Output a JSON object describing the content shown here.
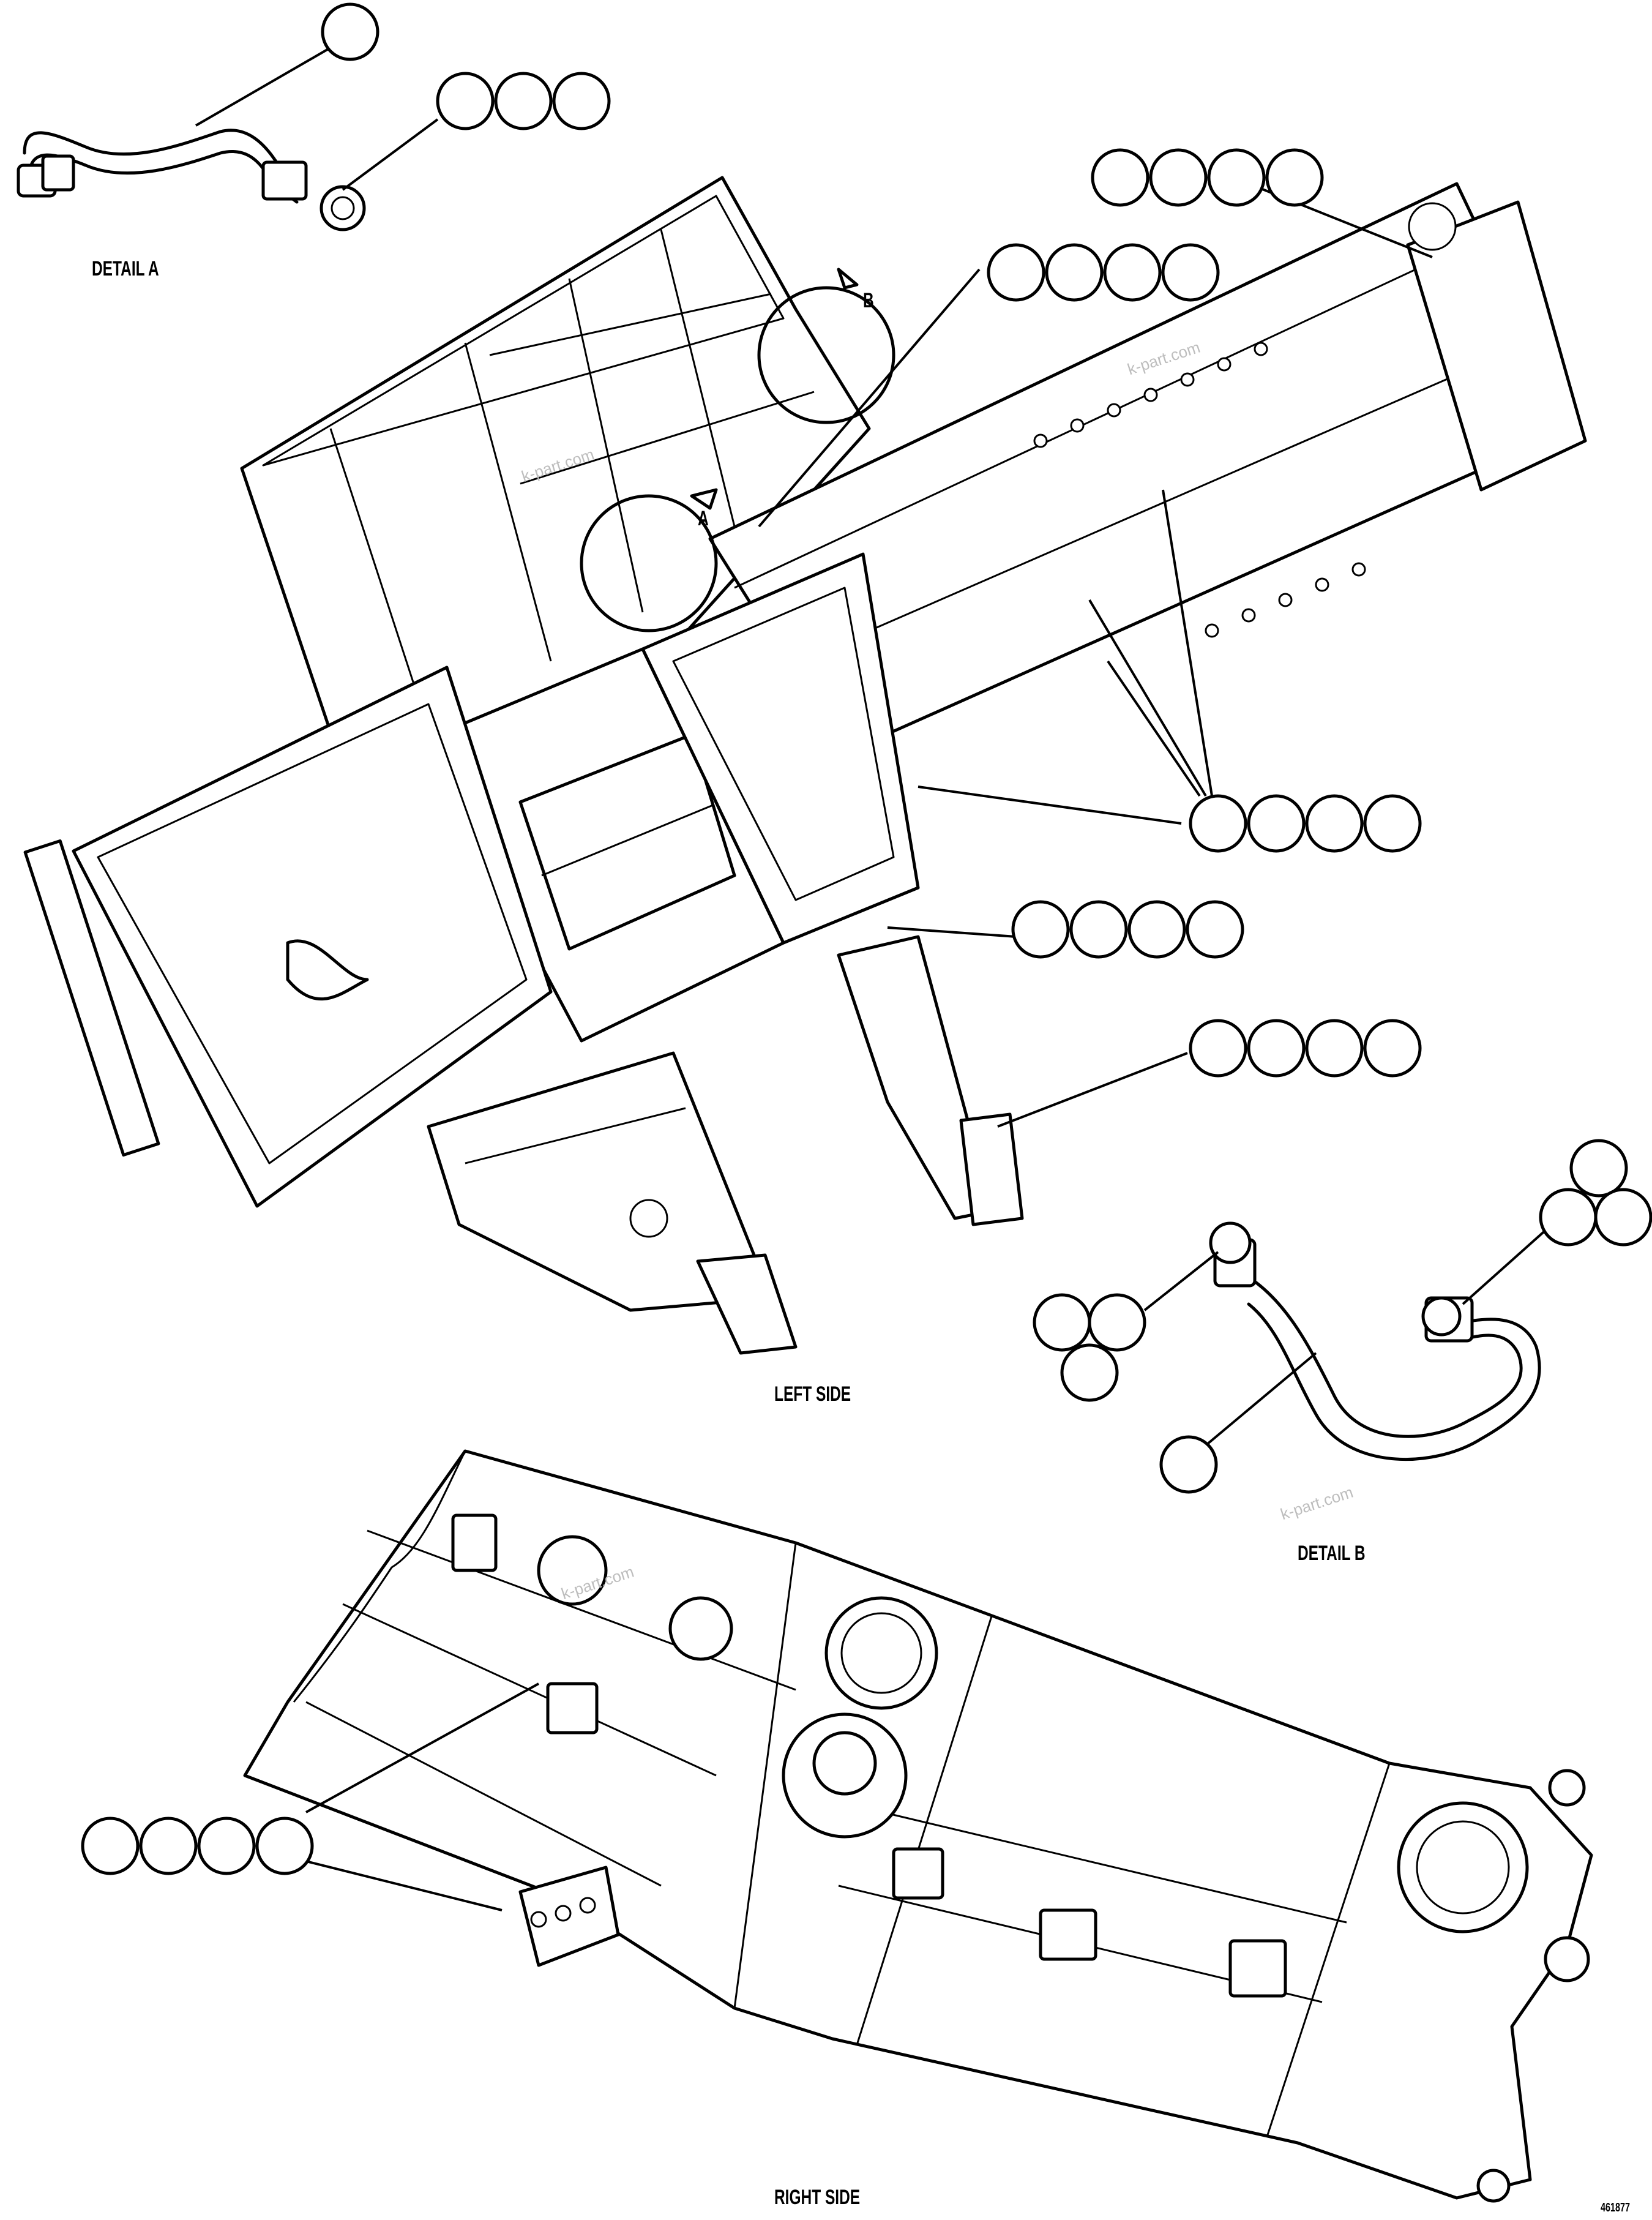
{
  "labels": {
    "detail_a": "DETAIL A",
    "detail_b": "DETAIL B",
    "left_side": "LEFT SIDE",
    "right_side": "RIGHT SIDE",
    "view_a": "A",
    "view_b": "B",
    "drawing_number": "461877"
  },
  "watermark": "k-part.com"
}
